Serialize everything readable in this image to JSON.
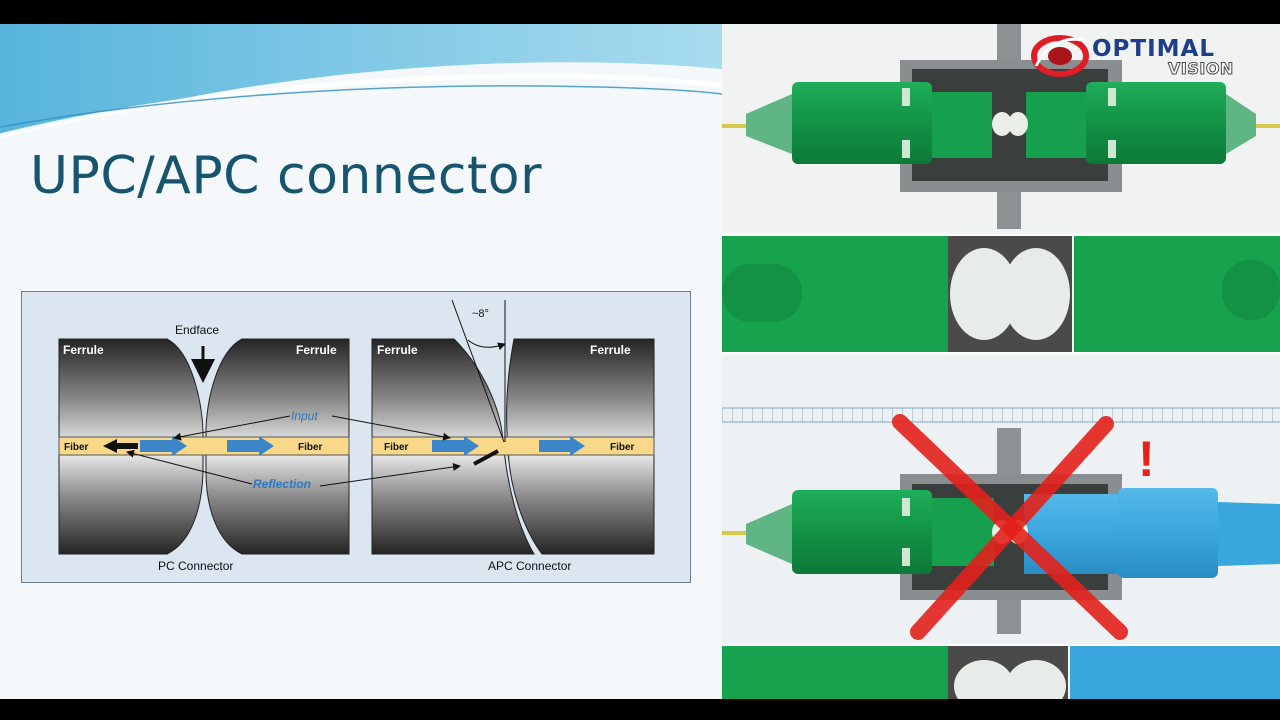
{
  "slide": {
    "title": "UPC/APC connector",
    "colors": {
      "title": "#17556f",
      "wave": "#6cbde0",
      "ferrule_dark": "#2a2a2a",
      "fiber": "#f9d889",
      "arrow": "#3a86c8"
    }
  },
  "diagram": {
    "pc": {
      "left_ferrule": "Ferrule",
      "right_ferrule": "Ferrule",
      "endface": "Endface",
      "fiber_left": "Fiber",
      "fiber_right": "Fiber",
      "input": "Input",
      "reflection": "Reflection",
      "caption": "PC Connector"
    },
    "apc": {
      "left_ferrule": "Ferrule",
      "right_ferrule": "Ferrule",
      "angle": "~8°",
      "fiber_left": "Fiber",
      "fiber_right": "Fiber",
      "caption": "APC Connector"
    }
  },
  "photo": {
    "logo_top": "OPTIMAL",
    "logo_bottom": "VISION",
    "warning_mark": "!",
    "colors": {
      "green": "#149a4c",
      "blue": "#3aa6de",
      "cross": "#e4211b"
    }
  }
}
